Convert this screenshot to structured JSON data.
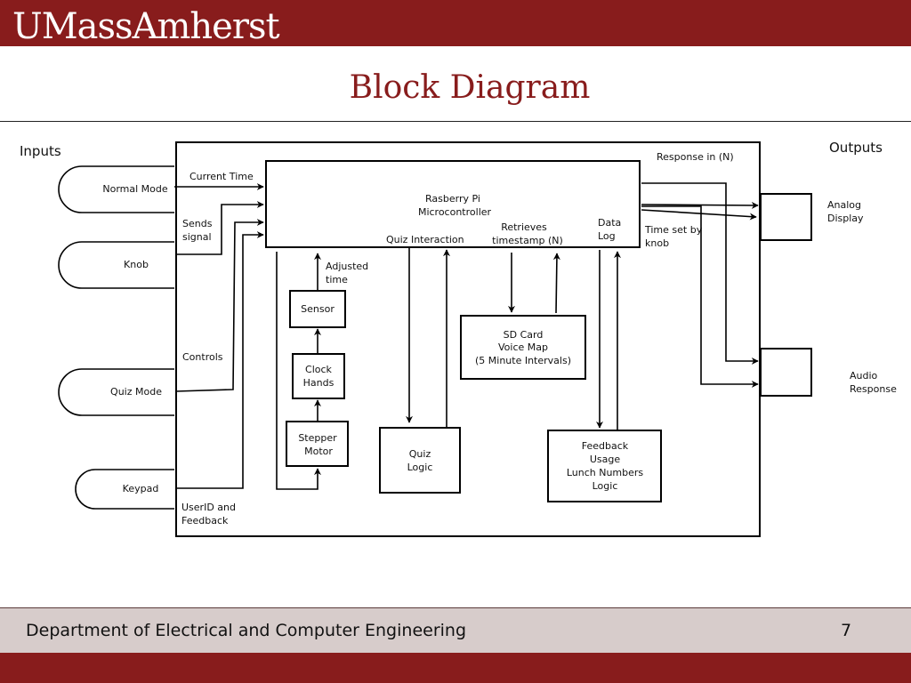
{
  "header": {
    "brand": "UMassAmherst"
  },
  "slide": {
    "title": "Block Diagram"
  },
  "footer": {
    "department": "Department of Electrical and Computer Engineering",
    "page_number": "7"
  },
  "colors": {
    "brand": "#881c1c",
    "footer_band": "#d7cccb",
    "line": "#000000"
  },
  "diagram": {
    "inputs_heading": "Inputs",
    "outputs_heading": "Outputs",
    "input_terminals": {
      "normal_mode": "Normal Mode",
      "knob": "Knob",
      "quiz_mode": "Quiz Mode",
      "keypad": "Keypad"
    },
    "blocks": {
      "microcontroller": [
        "Rasberry Pi",
        "Microcontroller"
      ],
      "sensor": "Sensor",
      "clock_hands": [
        "Clock",
        "Hands"
      ],
      "stepper_motor": [
        "Stepper",
        "Motor"
      ],
      "quiz_logic": [
        "Quiz",
        "Logic"
      ],
      "sd_card": [
        "SD Card",
        "Voice Map",
        "(5 Minute Intervals)"
      ],
      "feedback_logic": [
        "Feedback",
        "Usage",
        "Lunch Numbers",
        "Logic"
      ]
    },
    "outputs": {
      "analog_display": [
        "Analog",
        "Display"
      ],
      "audio_response": [
        "Audio",
        "Response"
      ]
    },
    "edge_labels": {
      "current_time": "Current Time",
      "sends_signal": [
        "Sends",
        "signal"
      ],
      "controls": "Controls",
      "userid_feedback": [
        "UserID and",
        "Feedback"
      ],
      "adjusted_time": [
        "Adjusted",
        "time"
      ],
      "quiz_interaction": "Quiz Interaction",
      "retrieves_timestamp": [
        "Retrieves",
        "timestamp (N)"
      ],
      "data_log": [
        "Data",
        "Log"
      ],
      "response_in": "Response in (N)",
      "time_set_by_knob": [
        "Time set by",
        "knob"
      ]
    }
  }
}
